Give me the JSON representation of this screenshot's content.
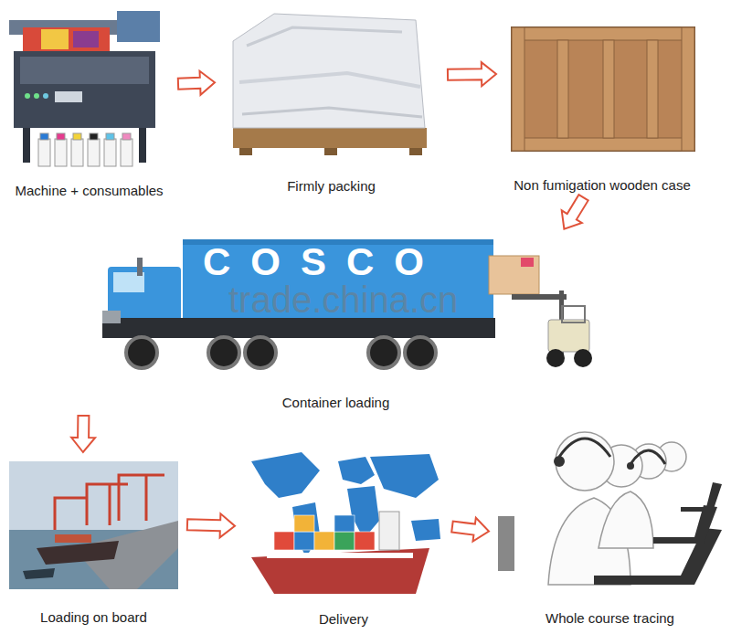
{
  "diagram": {
    "nodes": [
      {
        "text": [
          "Machine + consumables"
        ]
      },
      {
        "text": [
          "Firmly packing"
        ]
      },
      {
        "text": [
          "Non fumigation wooden case"
        ]
      },
      {
        "text": [
          "Container loading"
        ]
      },
      {
        "text": [
          "Loading on board"
        ]
      },
      {
        "text": [
          "Delivery"
        ]
      },
      {
        "text": [
          "Whole course tracing"
        ]
      }
    ],
    "edges": [
      {
        "from": 0,
        "to": 1,
        "arrow": "to"
      },
      {
        "from": 1,
        "to": 2,
        "arrow": "to"
      },
      {
        "from": 2,
        "to": 3,
        "arrow": "to"
      },
      {
        "from": 3,
        "to": 4,
        "arrow": "to"
      },
      {
        "from": 4,
        "to": 5,
        "arrow": "to"
      },
      {
        "from": 5,
        "to": 6,
        "arrow": "to"
      }
    ],
    "labels": [
      "COSCO",
      "trade.china.cn"
    ]
  }
}
